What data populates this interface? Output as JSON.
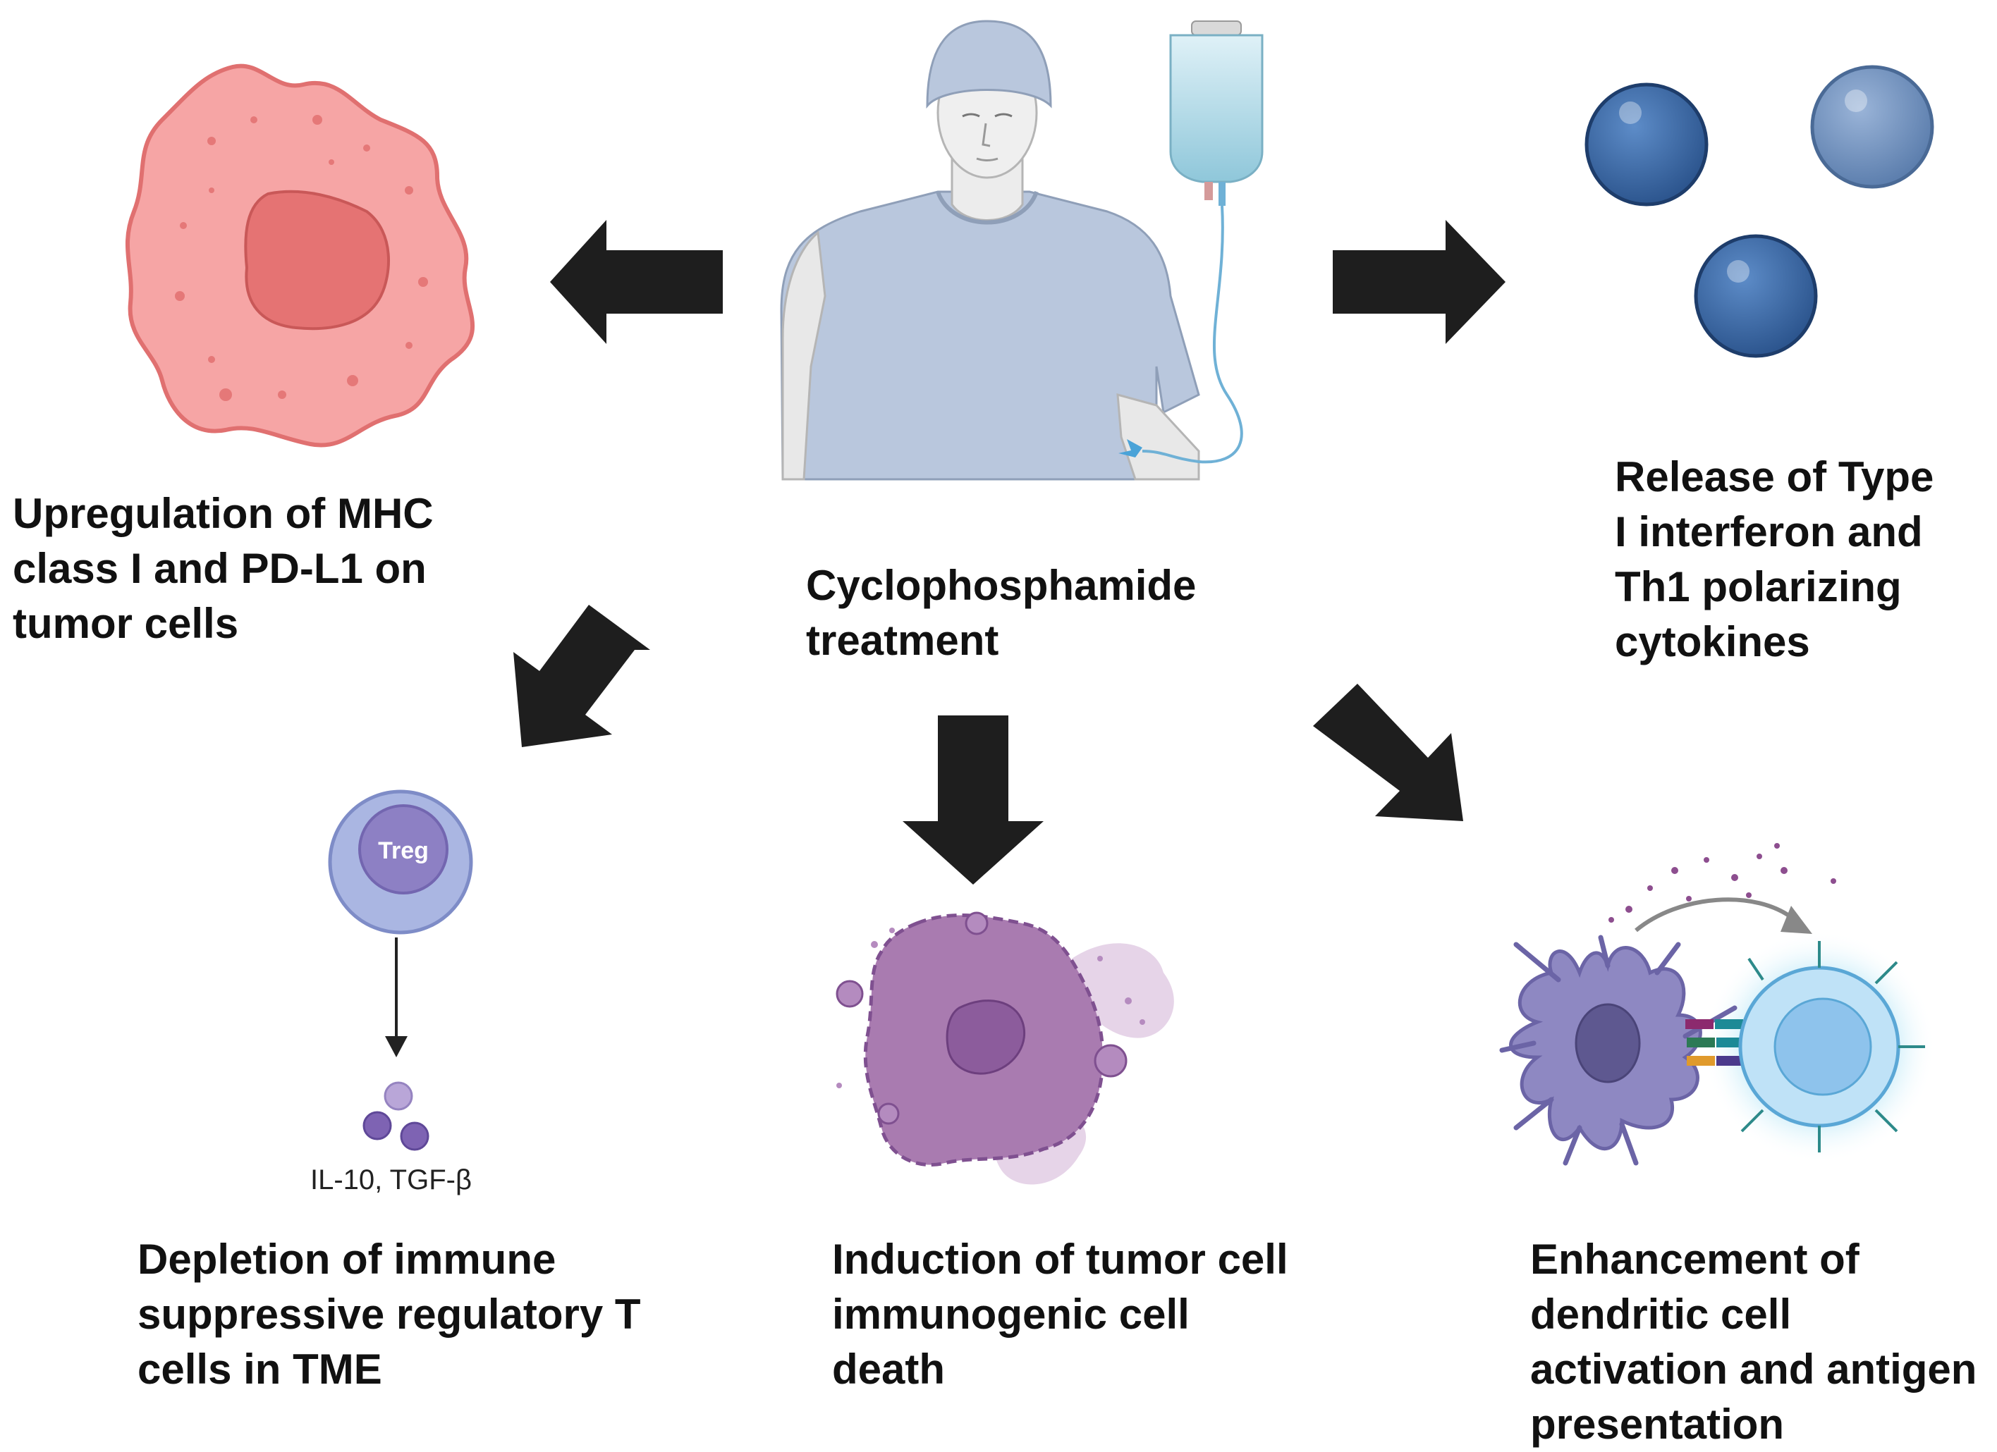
{
  "center": {
    "title_lines": [
      "Cyclophosphamide",
      "treatment"
    ]
  },
  "effects": {
    "top_left": {
      "lines": [
        "Upregulation of MHC",
        "class I and PD-L1 on",
        "tumor cells"
      ]
    },
    "top_right": {
      "lines": [
        "Release of Type",
        "I interferon and",
        "Th1 polarizing",
        "cytokines"
      ]
    },
    "bottom_left": {
      "lines": [
        "Depletion of immune",
        "suppressive regulatory T",
        "cells in TME"
      ]
    },
    "bottom_center": {
      "lines": [
        "Induction of tumor cell",
        "immunogenic cell",
        "death"
      ]
    },
    "bottom_right": {
      "lines": [
        "Enhancement of",
        "dendritic cell",
        "activation and antigen",
        "presentation"
      ]
    }
  },
  "treg": {
    "cell_label": "Treg",
    "cytokines_label": "IL-10, TGF-β"
  },
  "colors": {
    "arrow": "#1e1e1e",
    "tumor_cell": "#f5a3a3",
    "tumor_nucleus": "#e57373",
    "cytokine_ball": "#3f6aa3",
    "treg": "#a9b4e0",
    "dying_cell": "#a97bb0",
    "dendritic_cell": "#8e88c2",
    "t_cell": "#8dc8f0"
  }
}
